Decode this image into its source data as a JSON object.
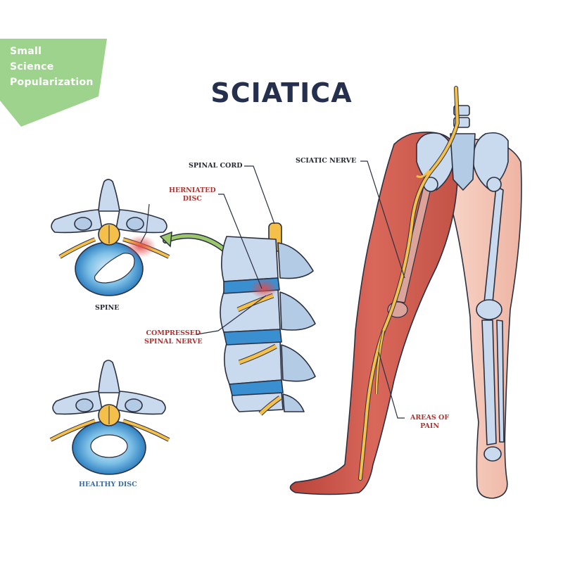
{
  "watermark": {
    "line1": "Small",
    "line2": "Science",
    "line3": "Popularization",
    "color": "#9ed38e"
  },
  "title": "SCIATICA",
  "labels": {
    "spinal_cord": "SPINAL CORD",
    "sciatic_nerve": "SCIATIC NERVE",
    "herniated_line1": "HERNIATED",
    "herniated_line2": "DISC",
    "spine": "SPINE",
    "compressed_line1": "COMPRESSED",
    "compressed_line2": "SPINAL NERVE",
    "areas_line1": "AREAS OF",
    "areas_line2": "PAIN",
    "healthy_disc": "HEALTHY DISC"
  },
  "colors": {
    "title": "#25304e",
    "label_dark": "#23272f",
    "label_red": "#b0312e",
    "label_blue": "#3a6aa0",
    "bone": "#c9d9ee",
    "disc": "#3a8fd0",
    "nerve": "#f4c04a",
    "inflamed_leg": "#c75446",
    "skin": "#f3c4b6",
    "arrow": "#9bc86a"
  }
}
